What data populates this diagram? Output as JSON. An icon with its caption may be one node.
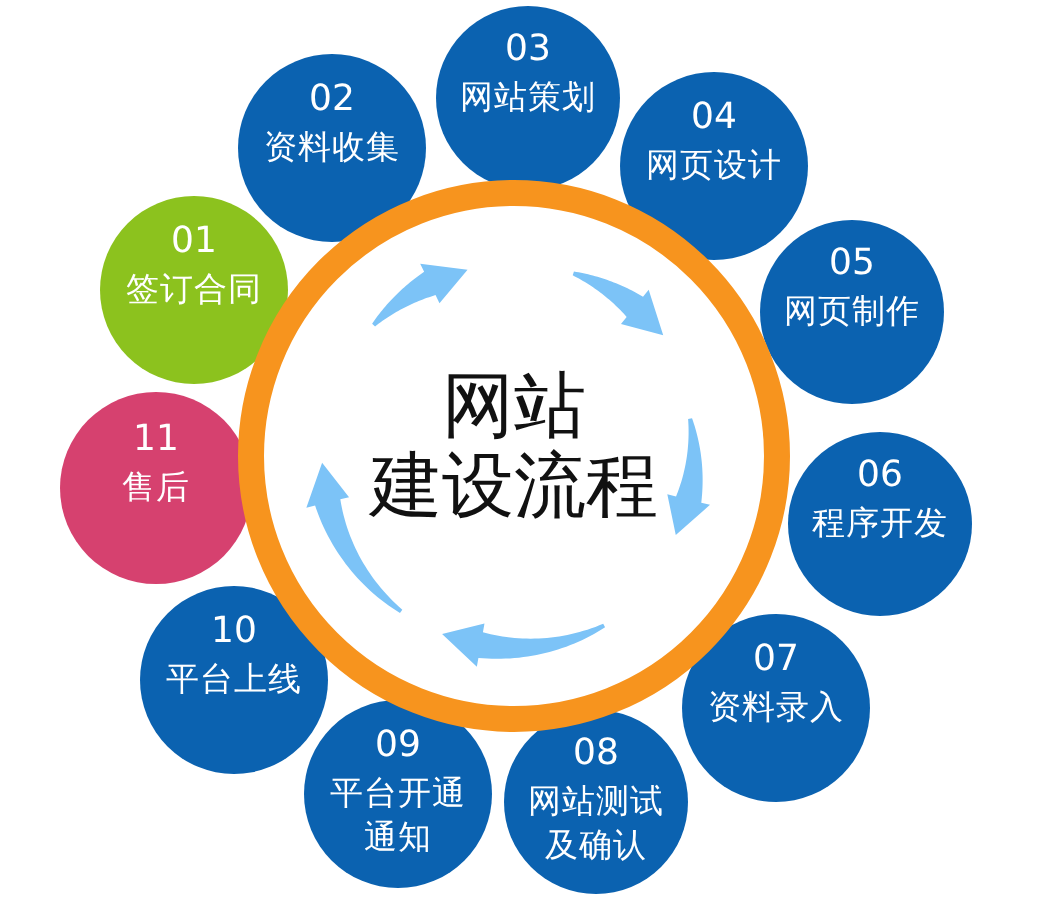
{
  "diagram": {
    "nodes": [
      {
        "text": [
          "网站建设流程"
        ]
      },
      {
        "text": [],
        "shape": "arrow",
        "in": 0
      },
      {
        "text": [],
        "shape": "arrow",
        "in": 0
      },
      {
        "text": [],
        "shape": "arrow",
        "in": 0
      },
      {
        "text": [],
        "shape": "arrow",
        "in": 0
      },
      {
        "text": [],
        "shape": "arrow",
        "in": 0
      },
      {
        "text": [
          "01",
          "签订合同"
        ]
      },
      {
        "text": [
          "02",
          "资料收集"
        ]
      },
      {
        "text": [
          "03",
          "网站策划"
        ]
      },
      {
        "text": [
          "04",
          "网页设计"
        ]
      },
      {
        "text": [
          "05",
          "网页制作"
        ]
      },
      {
        "text": [
          "06",
          "程序开发"
        ]
      },
      {
        "text": [
          "07",
          "资料录入"
        ]
      },
      {
        "text": [
          "08",
          "网站测试及确认"
        ]
      },
      {
        "text": [
          "09",
          "平台开通通知"
        ]
      },
      {
        "text": [
          "10",
          "平台上线"
        ]
      },
      {
        "text": [
          "11",
          "售后"
        ]
      }
    ]
  }
}
